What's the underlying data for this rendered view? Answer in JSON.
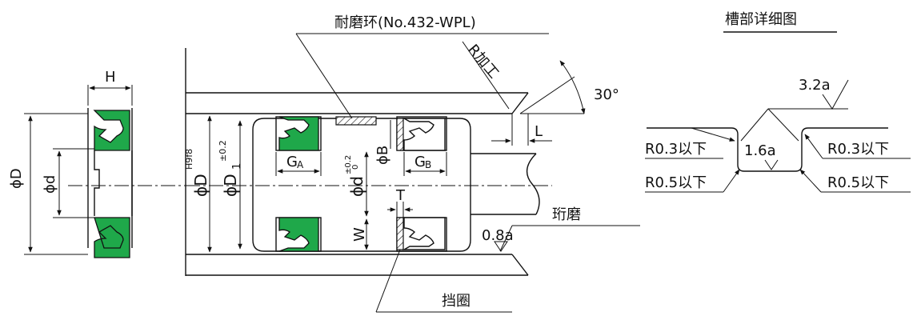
{
  "labels": {
    "wear_ring": "耐磨环(No.432-WPL)",
    "r_machining": "R加工",
    "angle": "30°",
    "L": "L",
    "H": "H",
    "phiD": "ϕD",
    "phid": "ϕd",
    "phiD_bore": "ϕD",
    "tol_H9f8": "H9f8",
    "phiD1": "ϕD",
    "D1_sub": "1",
    "tol_D1": "±0.2",
    "GA_main": "G",
    "GA_sub": "A",
    "GB_main": "G",
    "GB_sub": "B",
    "phid0": "ϕd",
    "tol_d0_plus": "±0.2",
    "tol_d0_zero": "0",
    "phiB": "ϕB",
    "T": "T",
    "W": "W",
    "honing": "珩磨",
    "roughness_08": "0.8a",
    "backup_ring": "挡圈",
    "groove_title": "槽部详细图",
    "roughness_32": "3.2a",
    "roughness_16": "1.6a",
    "r03_left": "R0.3以下",
    "r03_right": "R0.3以下",
    "r05_left": "R0.5以下",
    "r05_right": "R0.5以下"
  },
  "colors": {
    "seal": "#1fa84a",
    "line": "#111111"
  }
}
